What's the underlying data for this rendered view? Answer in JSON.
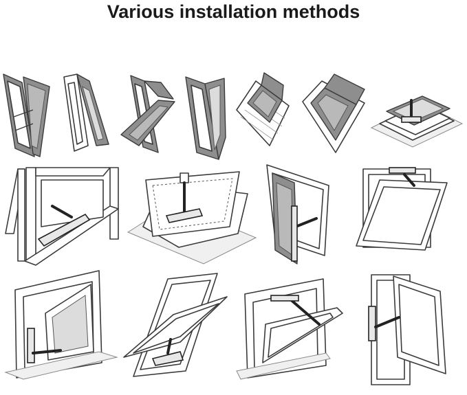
{
  "header": {
    "title": "Various installation methods"
  },
  "colors": {
    "frame_stroke": "#3a3a3a",
    "glass": "#b9b9b9",
    "frame_gray": "#8e8e8e",
    "background": "#ffffff"
  },
  "diagrams": [
    {
      "id": "top-hung-outward-dual"
    },
    {
      "id": "top-hung-outward-open"
    },
    {
      "id": "bottom-hung-tilted"
    },
    {
      "id": "side-hung-casement"
    },
    {
      "id": "roof-skylight-tiles"
    },
    {
      "id": "roof-skylight-open"
    },
    {
      "id": "flat-roof-skylight"
    },
    {
      "id": "frame-closeup-actuator"
    },
    {
      "id": "flat-skylight-chain"
    },
    {
      "id": "casement-side-actuator"
    },
    {
      "id": "top-mounted-actuator-frame"
    },
    {
      "id": "side-mounted-casement"
    },
    {
      "id": "bottom-mounted-tilt"
    },
    {
      "id": "top-hung-chain"
    },
    {
      "id": "side-hinged-vertical-actuator"
    }
  ]
}
